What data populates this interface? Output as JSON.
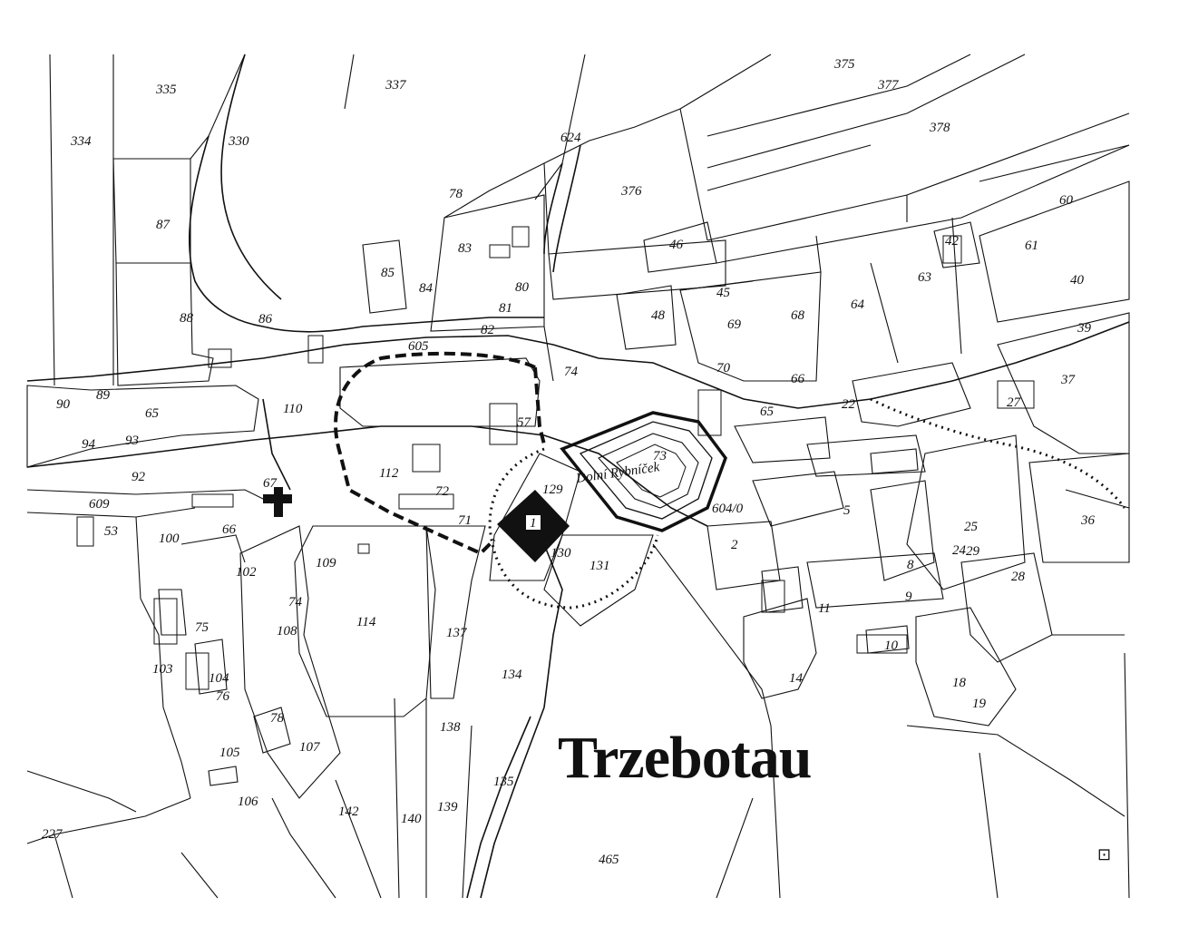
{
  "map": {
    "town_name": "Trzebotau",
    "street_name": "Dolní Rybníček",
    "corner_marker": "⊡",
    "ink_color": "#111111",
    "paper_color": "#ffffff",
    "parcels": [
      {
        "id": "p335",
        "label": "335"
      },
      {
        "id": "p337",
        "label": "337"
      },
      {
        "id": "p334",
        "label": "334"
      },
      {
        "id": "p330",
        "label": "330"
      },
      {
        "id": "p375",
        "label": "375"
      },
      {
        "id": "p377",
        "label": "377"
      },
      {
        "id": "p378",
        "label": "378"
      },
      {
        "id": "p624",
        "label": "624"
      },
      {
        "id": "p376",
        "label": "376"
      },
      {
        "id": "p78",
        "label": "78"
      },
      {
        "id": "p87",
        "label": "87"
      },
      {
        "id": "p88",
        "label": "88"
      },
      {
        "id": "p85",
        "label": "85"
      },
      {
        "id": "p605",
        "label": "605"
      },
      {
        "id": "p74",
        "label": "74"
      },
      {
        "id": "p73",
        "label": "73"
      },
      {
        "id": "p60",
        "label": "60"
      },
      {
        "id": "p63",
        "label": "63"
      },
      {
        "id": "p64",
        "label": "64"
      },
      {
        "id": "p66",
        "label": "66"
      },
      {
        "id": "p65",
        "label": "65"
      },
      {
        "id": "p69",
        "label": "69"
      },
      {
        "id": "p70",
        "label": "70"
      },
      {
        "id": "p68",
        "label": "68"
      },
      {
        "id": "p48",
        "label": "48"
      },
      {
        "id": "p45",
        "label": "45"
      },
      {
        "id": "p46",
        "label": "46"
      },
      {
        "id": "p42",
        "label": "42"
      },
      {
        "id": "p92",
        "label": "92"
      },
      {
        "id": "p609",
        "label": "609"
      },
      {
        "id": "p100",
        "label": "100"
      },
      {
        "id": "p102",
        "label": "102"
      },
      {
        "id": "p103",
        "label": "103"
      },
      {
        "id": "p104",
        "label": "104"
      },
      {
        "id": "p105",
        "label": "105"
      },
      {
        "id": "p106",
        "label": "106"
      },
      {
        "id": "p107",
        "label": "107"
      },
      {
        "id": "p108",
        "label": "108"
      },
      {
        "id": "p109",
        "label": "109"
      },
      {
        "id": "p110",
        "label": "110"
      },
      {
        "id": "p112",
        "label": "112"
      },
      {
        "id": "p114",
        "label": "114"
      },
      {
        "id": "p134",
        "label": "134"
      },
      {
        "id": "p137",
        "label": "137"
      },
      {
        "id": "p138",
        "label": "138"
      },
      {
        "id": "p139",
        "label": "139"
      },
      {
        "id": "p140",
        "label": "140"
      },
      {
        "id": "p142",
        "label": "142"
      },
      {
        "id": "p129",
        "label": "129"
      },
      {
        "id": "p130",
        "label": "130"
      },
      {
        "id": "p131",
        "label": "131"
      },
      {
        "id": "p135",
        "label": "135"
      },
      {
        "id": "p227",
        "label": "227"
      },
      {
        "id": "p465",
        "label": "465"
      },
      {
        "id": "p604",
        "label": "604/0"
      },
      {
        "id": "p67",
        "label": "67"
      },
      {
        "id": "p66b",
        "label": "66"
      },
      {
        "id": "p72",
        "label": "72"
      },
      {
        "id": "p71",
        "label": "71"
      },
      {
        "id": "p75",
        "label": "75"
      },
      {
        "id": "p76",
        "label": "76"
      },
      {
        "id": "p78b",
        "label": "78"
      },
      {
        "id": "p74b",
        "label": "74"
      },
      {
        "id": "p36",
        "label": "36"
      },
      {
        "id": "p37",
        "label": "37"
      },
      {
        "id": "p40",
        "label": "40"
      },
      {
        "id": "p39",
        "label": "39"
      },
      {
        "id": "p29",
        "label": "29"
      },
      {
        "id": "p28",
        "label": "28"
      },
      {
        "id": "p27",
        "label": "27"
      },
      {
        "id": "p25",
        "label": "25"
      },
      {
        "id": "p24",
        "label": "24"
      },
      {
        "id": "p22",
        "label": "22"
      },
      {
        "id": "p18",
        "label": "18"
      },
      {
        "id": "p19",
        "label": "19"
      },
      {
        "id": "p14",
        "label": "14"
      },
      {
        "id": "p10",
        "label": "10"
      },
      {
        "id": "p11",
        "label": "11"
      },
      {
        "id": "p5",
        "label": "5"
      },
      {
        "id": "p8",
        "label": "8"
      },
      {
        "id": "p9",
        "label": "9"
      },
      {
        "id": "p81",
        "label": "81"
      },
      {
        "id": "p80",
        "label": "80"
      },
      {
        "id": "p82",
        "label": "82"
      },
      {
        "id": "p83",
        "label": "83"
      },
      {
        "id": "p84",
        "label": "84"
      },
      {
        "id": "p61",
        "label": "61"
      },
      {
        "id": "p57",
        "label": "57"
      },
      {
        "id": "p93",
        "label": "93"
      },
      {
        "id": "p94",
        "label": "94"
      },
      {
        "id": "p90",
        "label": "90"
      },
      {
        "id": "p89",
        "label": "89"
      },
      {
        "id": "p86",
        "label": "86"
      },
      {
        "id": "p65b",
        "label": "65"
      },
      {
        "id": "p53",
        "label": "53"
      },
      {
        "id": "p1",
        "label": "1"
      },
      {
        "id": "p2",
        "label": "2"
      }
    ]
  }
}
